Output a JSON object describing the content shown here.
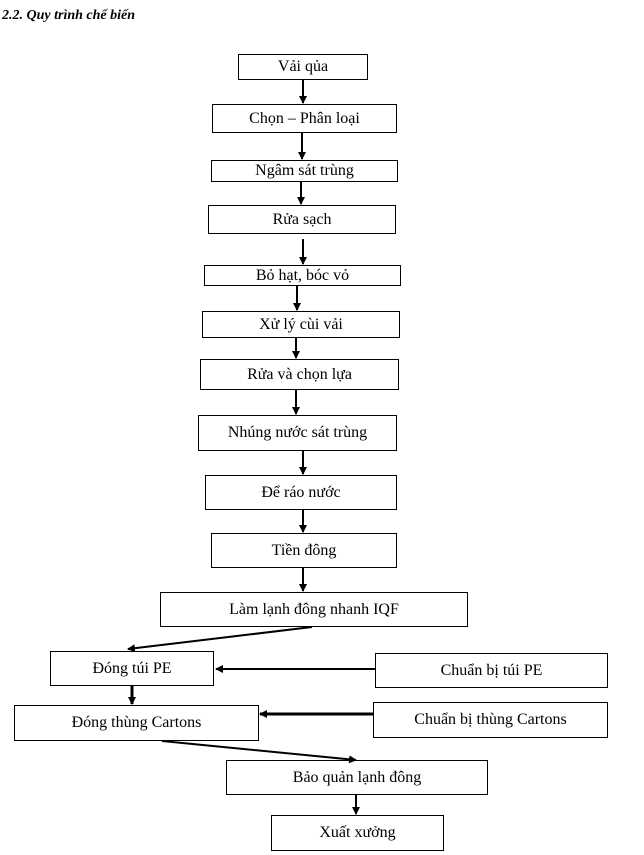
{
  "heading": "2.2.  Quy trình chế biến",
  "steps": {
    "s1": "Vải qủa",
    "s2": "Chọn – Phân loại",
    "s3": "Ngâm sát trùng",
    "s4": "Rửa sạch",
    "s5": "Bỏ hạt, bóc vỏ",
    "s6": "Xử lý cùi vải",
    "s7": "Rửa và chọn lựa",
    "s8": "Nhúng nước sát trùng",
    "s9": "Để ráo nước",
    "s10": "Tiền đông",
    "s11": "Làm lạnh đông nhanh IQF",
    "s12": "Đóng túi PE",
    "s13": "Đóng thùng Cartons",
    "s14": "Bảo quản lạnh đông",
    "s15": "Xuất xưởng"
  },
  "inputs": {
    "i1": "Chuẩn bị túi PE",
    "i2": "Chuẩn bị thùng Cartons"
  }
}
